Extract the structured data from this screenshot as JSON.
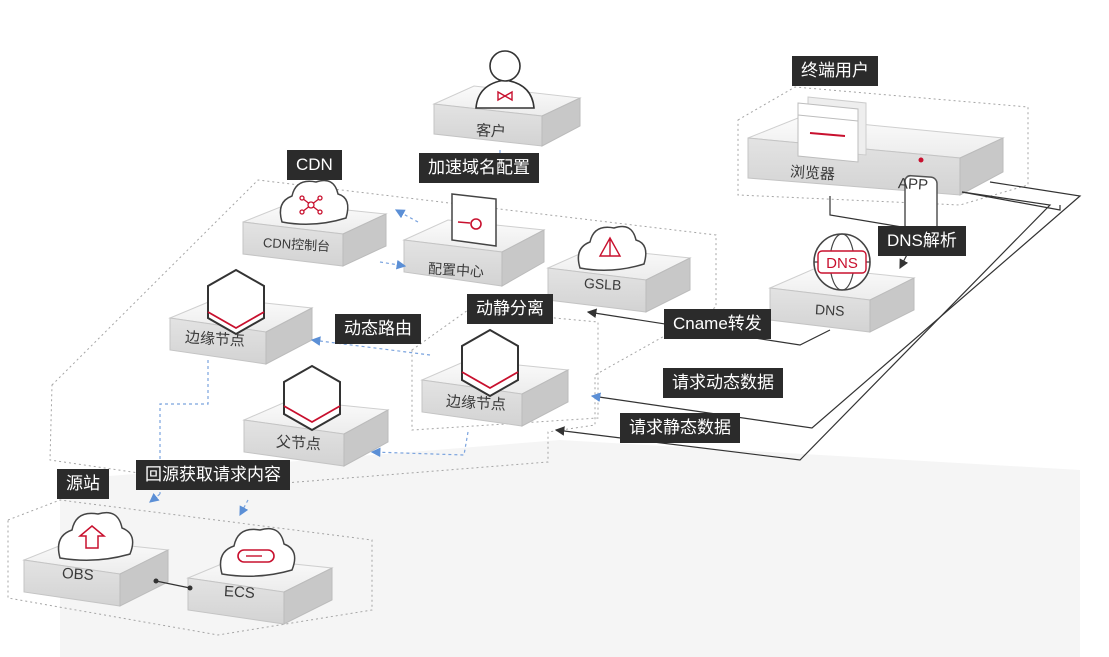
{
  "nodes": {
    "customer": "客户",
    "cdn_console": "CDN控制台",
    "config_center": "配置中心",
    "gslb": "GSLB",
    "edge_node_left": "边缘节点",
    "edge_node_right": "边缘节点",
    "parent_node": "父节点",
    "obs": "OBS",
    "ecs": "ECS",
    "browser": "浏览器",
    "app": "APP",
    "dns": "DNS"
  },
  "tags": {
    "cdn": "CDN",
    "domain_config": "加速域名配置",
    "dynamic_routing": "动态路由",
    "dynamic_static_split": "动静分离",
    "back_to_origin": "回源获取请求内容",
    "origin": "源站",
    "end_user": "终端用户",
    "dns_resolve": "DNS解析",
    "cname_forward": "Cname转发",
    "request_dynamic": "请求动态数据",
    "request_static": "请求静态数据"
  },
  "icons": {
    "customer": "person-with-bowtie-icon",
    "cdn_console": "cloud-network-icon",
    "config_center": "config-panel-icon",
    "gslb": "cloud-triangle-icon",
    "edge_node": "hexagon-icon",
    "parent_node": "hexagon-icon",
    "obs": "cloud-upload-icon",
    "ecs": "cloud-server-icon",
    "browser": "browser-window-icon",
    "app": "smartphone-icon",
    "dns": "globe-dns-icon"
  },
  "colors": {
    "accent": "#c8102e",
    "tag_bg": "#2b2b2b",
    "flow_arrow": "#5b8fd6",
    "line": "#333333",
    "dashed": "#9a9a9a"
  }
}
